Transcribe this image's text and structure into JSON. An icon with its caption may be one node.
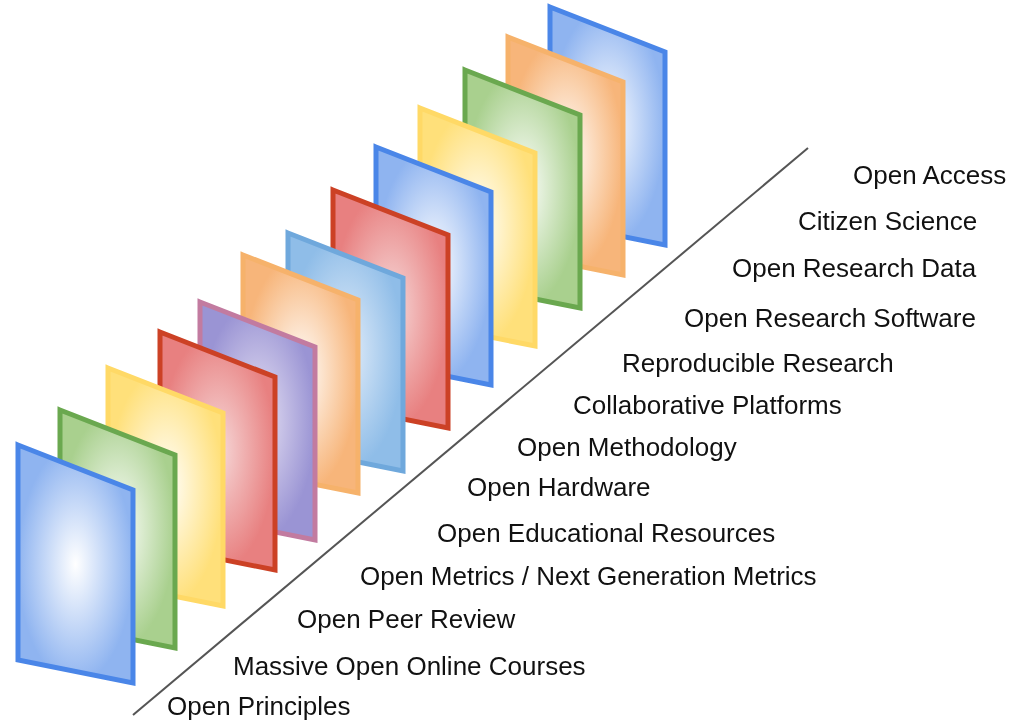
{
  "diagram": {
    "labels": [
      "Open Access",
      "Citizen Science",
      "Open Research Data",
      "Open Research Software",
      "Reproducible Research",
      "Collaborative Platforms",
      "Open Methodology",
      "Open Hardware",
      "Open Educational Resources",
      "Open Metrics / Next Generation Metrics",
      "Open Peer Review",
      "Massive Open Online Courses",
      "Open Principles"
    ]
  }
}
